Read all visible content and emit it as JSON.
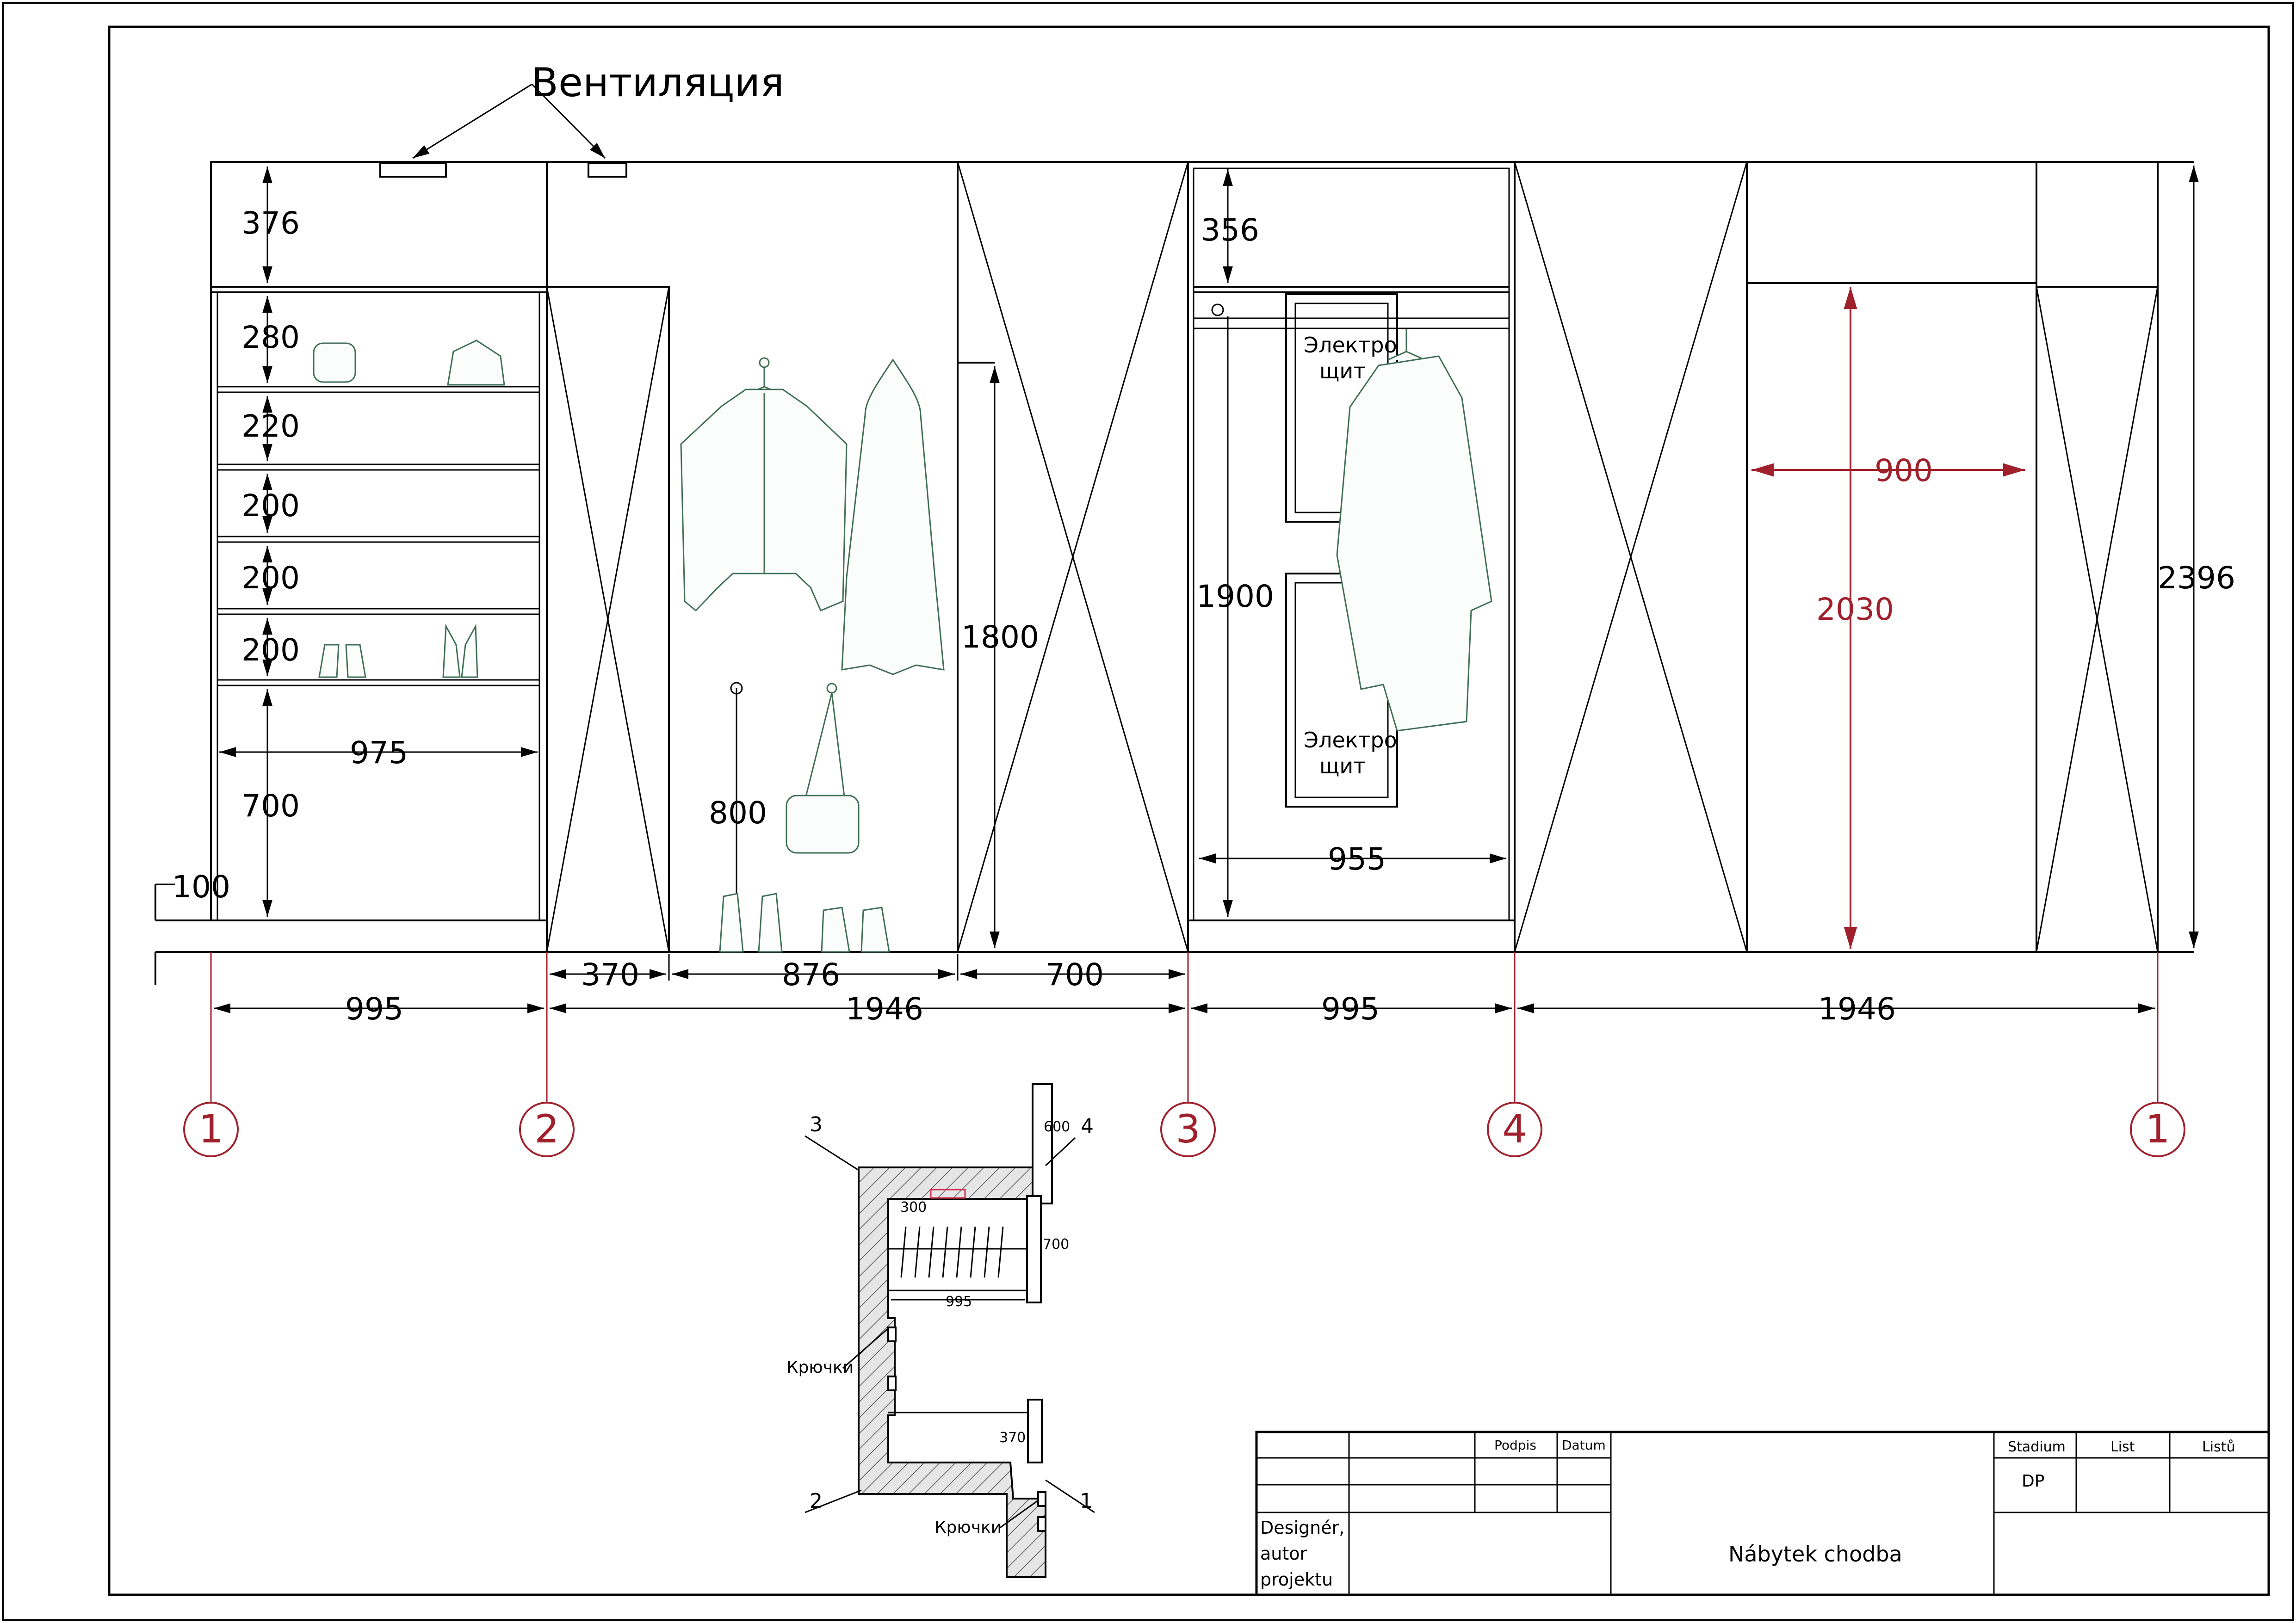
{
  "drawing": {
    "ventilation_label": "Вентиляция",
    "shelf_dims": [
      "376",
      "280",
      "220",
      "200",
      "200",
      "200",
      "700"
    ],
    "dim_975": "975",
    "dim_100": "100",
    "dim_800": "800",
    "dim_1800": "1800",
    "dim_356": "356",
    "dim_1900": "1900",
    "dim_955": "955",
    "dim_2396": "2396",
    "red_dims": {
      "width": "900",
      "height": "2030"
    },
    "panel_label": [
      "Электро",
      "щит"
    ],
    "bottom_dims_row1": [
      "370",
      "876",
      "700"
    ],
    "bottom_dims_row2": [
      "995",
      "1946",
      "995",
      "1946"
    ],
    "axis_markers": [
      "1",
      "2",
      "3",
      "4",
      "1"
    ]
  },
  "plan": {
    "section_labels": [
      "3",
      "4",
      "2",
      "1"
    ],
    "dims": {
      "d600": "600",
      "d300": "300",
      "d700": "700",
      "d995": "995",
      "d370": "370"
    },
    "hooks_label": "Крючки"
  },
  "title_block": {
    "col_podpis": "Podpis",
    "col_datum": "Datum",
    "col_stadium": "Stadium",
    "col_list": "List",
    "col_listu": "Listů",
    "stadium_value": "DP",
    "designer_lines": [
      "Designér,",
      "autor",
      "projektu"
    ],
    "title": "Nábytek chodba"
  }
}
